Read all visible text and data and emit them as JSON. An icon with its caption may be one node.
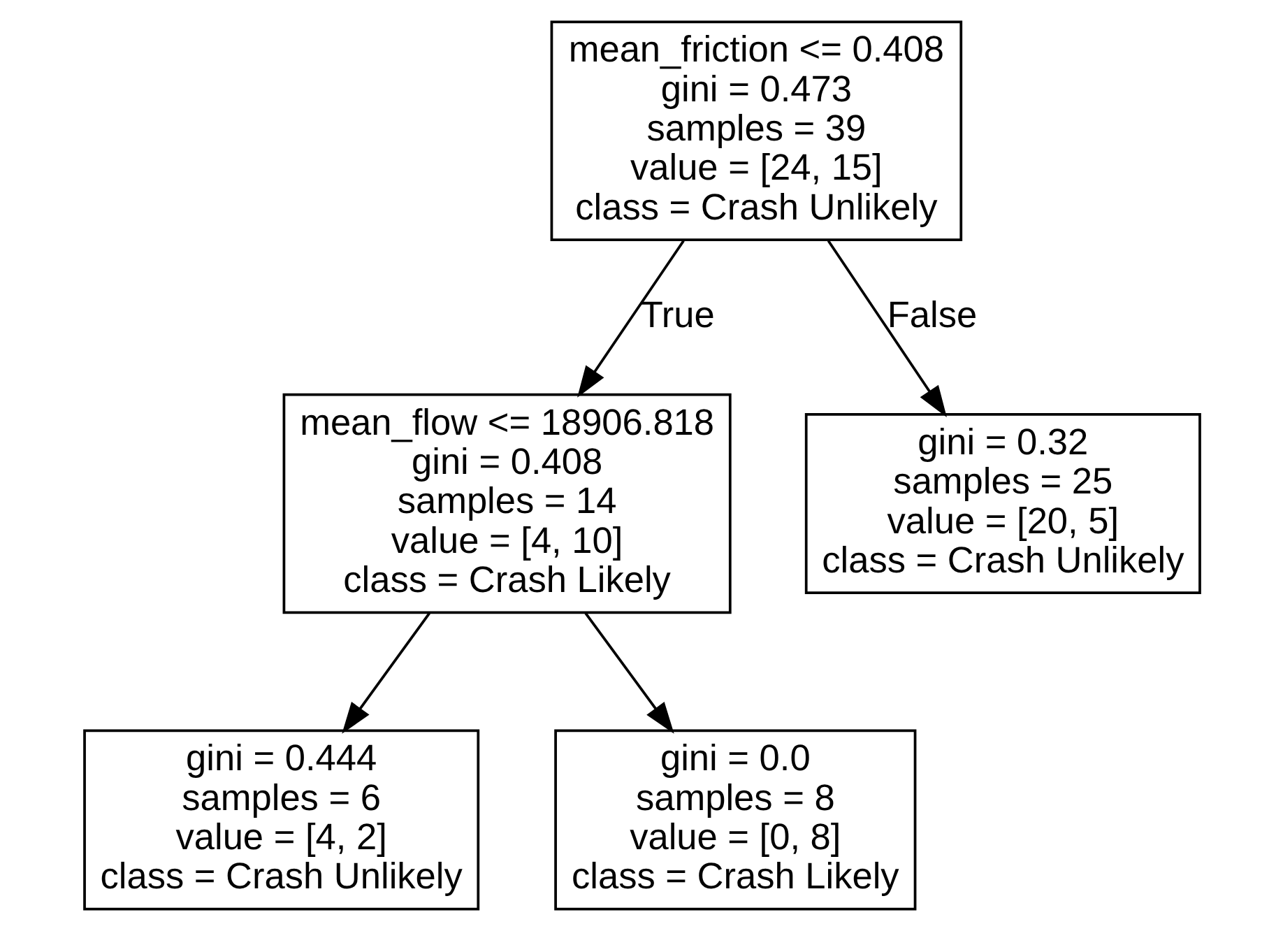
{
  "diagram": {
    "nodes": [
      {
        "text": [
          "mean_friction <= 0.408",
          "gini = 0.473",
          "samples = 39",
          "value = [24, 15]",
          "class = Crash Unlikely"
        ]
      },
      {
        "text": [
          "mean_flow <= 18906.818",
          "gini = 0.408",
          "samples = 14",
          "value = [4, 10]",
          "class = Crash Likely"
        ]
      },
      {
        "text": [
          "gini = 0.32",
          "samples = 25",
          "value = [20, 5]",
          "class = Crash Unlikely"
        ]
      },
      {
        "text": [
          "gini = 0.444",
          "samples = 6",
          "value = [4, 2]",
          "class = Crash Unlikely"
        ]
      },
      {
        "text": [
          "gini = 0.0",
          "samples = 8",
          "value = [0, 8]",
          "class = Crash Likely"
        ]
      }
    ],
    "edges": [
      {
        "from": 0,
        "to": 1,
        "arrow": "to",
        "label": "True"
      },
      {
        "from": 0,
        "to": 2,
        "arrow": "to",
        "label": "False"
      },
      {
        "from": 1,
        "to": 3,
        "arrow": "to"
      },
      {
        "from": 1,
        "to": 4,
        "arrow": "to"
      }
    ]
  }
}
